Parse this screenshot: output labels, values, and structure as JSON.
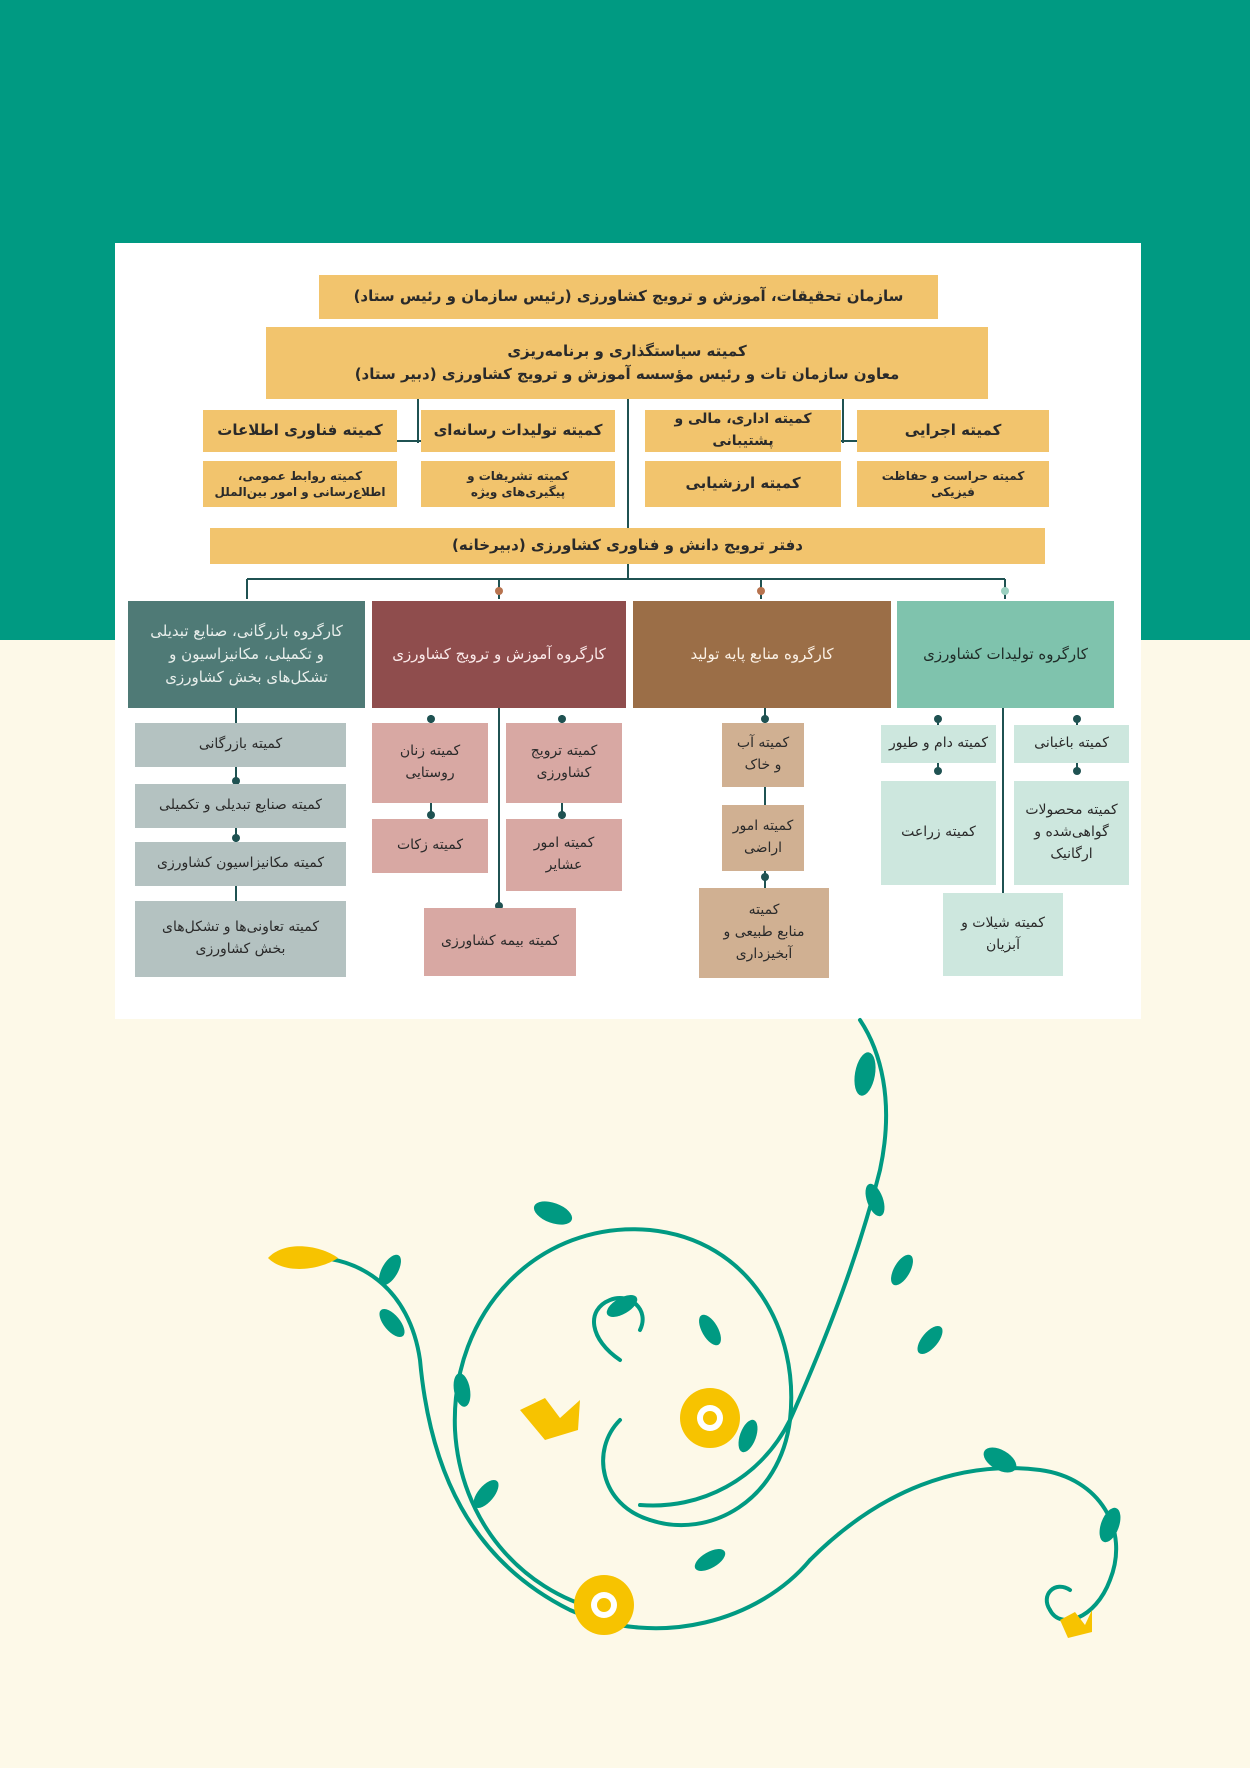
{
  "colors": {
    "band": "#009a82",
    "page_background": "#fdf9e8",
    "card_background": "#ffffff",
    "node_yellow": "#f2c46d",
    "group_trade": "#4f7a76",
    "group_education": "#8f4d4d",
    "group_resources": "#9b6e47",
    "group_production": "#7fc3ad",
    "ornament_vine": "#009a82",
    "ornament_flower": "#f7c300"
  },
  "chart": {
    "org": "سازمان تحقیقات، آموزش و ترویج کشاورزی (رئیس سازمان و رئیس ستاد)",
    "policy": "کمیته سیاستگذاری و برنامه‌ریزی\nمعاون سازمان تات و رئیس مؤسسه آموزش و ترویج کشاورزی (دبیر ستاد)",
    "committees": {
      "it": "کمیته فناوری اطلاعات",
      "media": "کمیته تولیدات رسانه‌ای",
      "admin": "کمیته اداری، مالی و پشتیبانی",
      "exec": "کمیته اجرایی",
      "pr": "کمیته روابط عمومی،\nاطلاع‌رسانی و امور بین‌الملل",
      "protocol": "کمیته تشریفات و\nپیگیری‌های ویژه",
      "eval": "کمیته ارزشیابی",
      "security": "کمیته حراست و حفاظت فیزیکی"
    },
    "secretariat": "دفتر ترویج دانش و فناوری کشاورزی (دبیرخانه)",
    "groups": {
      "trade": "کارگروه بازرگانی، صنایع تبدیلی\nو تکمیلی، مکانیزاسیون و\nتشکل‌های بخش کشاورزی",
      "education": "کارگروه آموزش و ترویج کشاورزی",
      "resources": "کارگروه منابع پایه تولید",
      "production": "کارگروه تولیدات کشاورزی"
    },
    "trade_items": [
      "کمیته بازرگانی",
      "کمیته صنایع تبدیلی و تکمیلی",
      "کمیته مکانیزاسیون کشاورزی",
      "کمیته تعاونی‌ها و تشکل‌های\nبخش کشاورزی"
    ],
    "education_items": {
      "women": "کمیته زنان\nروستایی",
      "extension": "کمیته ترویج\nکشاورزی",
      "zakat": "کمیته زکات",
      "tribes": "کمیته امور\nعشایر",
      "insurance": "کمیته  بیمه کشاورزی"
    },
    "resource_items": [
      "کمیته آب\nو خاک",
      "کمیته امور\nاراضی",
      "کمیته\nمنابع طبیعی و\nآبخیزداری"
    ],
    "production_items": {
      "livestock": "کمیته دام و طیور",
      "horticulture": "کمیته باغبانی",
      "farming": "کمیته زراعت",
      "certified": "کمیته محصولات\nگواهی‌شده و\nارگانیک",
      "fisheries": "کمیته شیلات و\nآبزیان"
    }
  }
}
